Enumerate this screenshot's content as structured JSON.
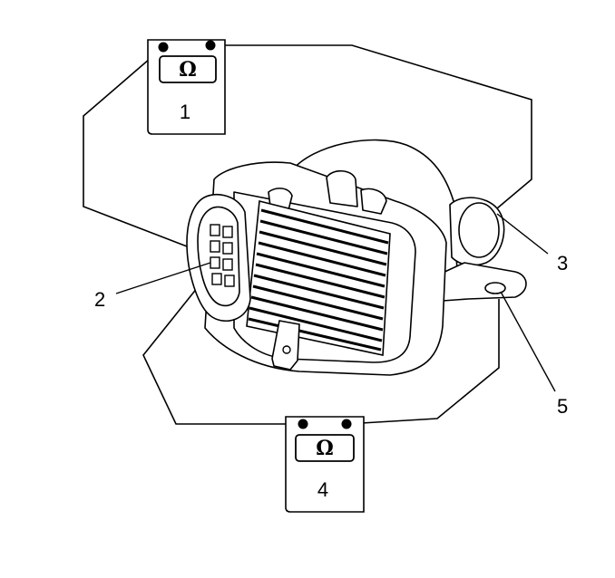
{
  "diagram": {
    "callouts": {
      "one": "1",
      "two": "2",
      "three": "3",
      "four": "4",
      "five": "5"
    },
    "meters": {
      "top": {
        "symbol": "Ω",
        "label": "1"
      },
      "bottom": {
        "symbol": "Ω",
        "label": "4"
      }
    },
    "colors": {
      "ink": "#000000",
      "paper": "#ffffff"
    },
    "icons": [
      "ohmmeter-icon",
      "ohmmeter-icon"
    ]
  }
}
